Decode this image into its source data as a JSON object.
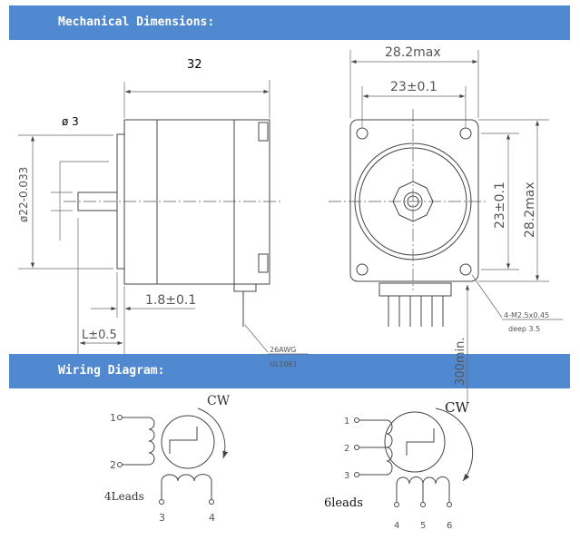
{
  "sections": {
    "mechanical": "Mechanical Dimensions:",
    "wiring": "Wiring Diagram:"
  },
  "side_view": {
    "length": "32",
    "shaft_dia": "ø 3",
    "body_dia": "ø22-0.033",
    "flange": "1.8±0.1",
    "shaft_len": "L±0.5",
    "wire_spec1": "26AWG",
    "wire_spec2": "UL1061"
  },
  "front_view": {
    "overall_w": "28.2max",
    "hole_w": "23±0.1",
    "hole_h": "23±0.1",
    "overall_h": "28.2max",
    "lead_len": "300min.",
    "thread1": "4-M2.5x0.45",
    "thread2": "deep 3.5"
  },
  "wiring": {
    "four": {
      "label": "4Leads",
      "dir": "CW",
      "pins": [
        "1",
        "2",
        "3",
        "4"
      ]
    },
    "six": {
      "label": "6leads",
      "dir": "CW",
      "pins": [
        "1",
        "2",
        "3",
        "4",
        "5",
        "6"
      ]
    }
  },
  "colors": {
    "header": "#5089d0"
  }
}
